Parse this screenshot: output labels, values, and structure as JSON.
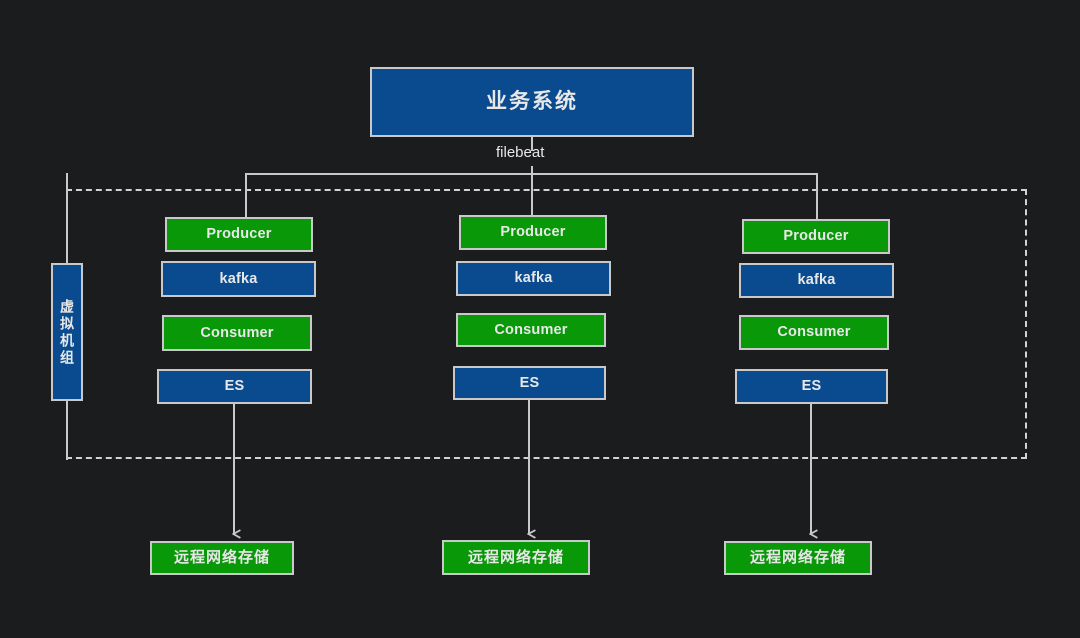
{
  "diagram": {
    "background_color": "#1b1c1e",
    "green_color": "#089808",
    "blue_color": "#0a4b8f",
    "border_color": "#c9c9c9",
    "text_color": "#e8e8e8",
    "title_node": {
      "label": "业务系统",
      "color": "blue"
    },
    "edge_labels": {
      "filebeat": "filebeat"
    },
    "group_box": {
      "label": "虚拟机组",
      "color": "blue"
    },
    "columns": [
      {
        "id": "column-1",
        "nodes": [
          {
            "label": "Producer",
            "color": "green"
          },
          {
            "label": "kafka",
            "color": "blue"
          },
          {
            "label": "Consumer",
            "color": "green"
          },
          {
            "label": "ES",
            "color": "blue"
          }
        ],
        "storage": {
          "label": "远程网络存储",
          "color": "green"
        }
      },
      {
        "id": "column-2",
        "nodes": [
          {
            "label": "Producer",
            "color": "green"
          },
          {
            "label": "kafka",
            "color": "blue"
          },
          {
            "label": "Consumer",
            "color": "green"
          },
          {
            "label": "ES",
            "color": "blue"
          }
        ],
        "storage": {
          "label": "远程网络存储",
          "color": "green"
        }
      },
      {
        "id": "column-3",
        "nodes": [
          {
            "label": "Producer",
            "color": "green"
          },
          {
            "label": "kafka",
            "color": "blue"
          },
          {
            "label": "Consumer",
            "color": "green"
          },
          {
            "label": "ES",
            "color": "blue"
          }
        ],
        "storage": {
          "label": "远程网络存储",
          "color": "green"
        }
      }
    ]
  }
}
